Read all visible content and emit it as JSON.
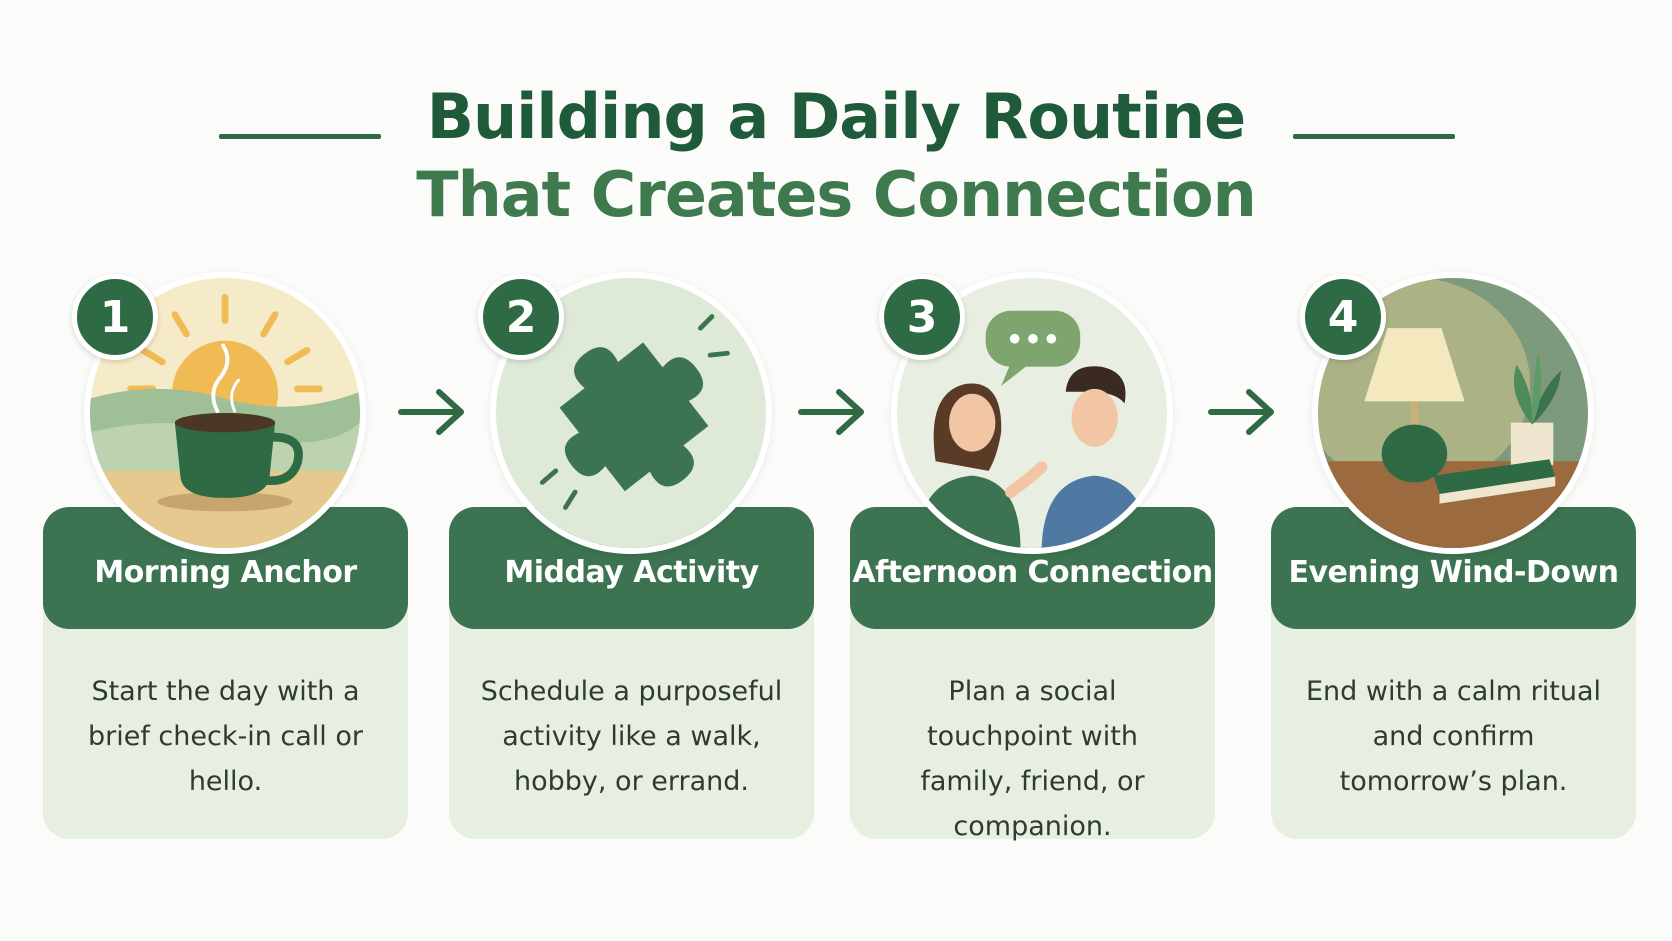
{
  "title": {
    "line1": "Building a Daily Routine",
    "line2": "That Creates Connection"
  },
  "colors": {
    "dark_green": "#1f5a3a",
    "mid_green": "#3c7350",
    "card_bg": "#e7efe3"
  },
  "steps": [
    {
      "number": "1",
      "title": "Morning Anchor",
      "description": "Start the day with a brief check-in call or hello.",
      "icon": "coffee-sunrise-icon"
    },
    {
      "number": "2",
      "title": "Midday Activity",
      "description": "Schedule a purposeful activity like a walk, hobby, or errand.",
      "icon": "puzzle-piece-icon"
    },
    {
      "number": "3",
      "title": "Afternoon Connection",
      "description": "Plan a social touchpoint with family, friend, or companion.",
      "icon": "conversation-icon"
    },
    {
      "number": "4",
      "title": "Evening Wind-Down",
      "description": "End with a calm ritual and confirm tomorrow’s plan.",
      "icon": "lamp-book-icon"
    }
  ]
}
